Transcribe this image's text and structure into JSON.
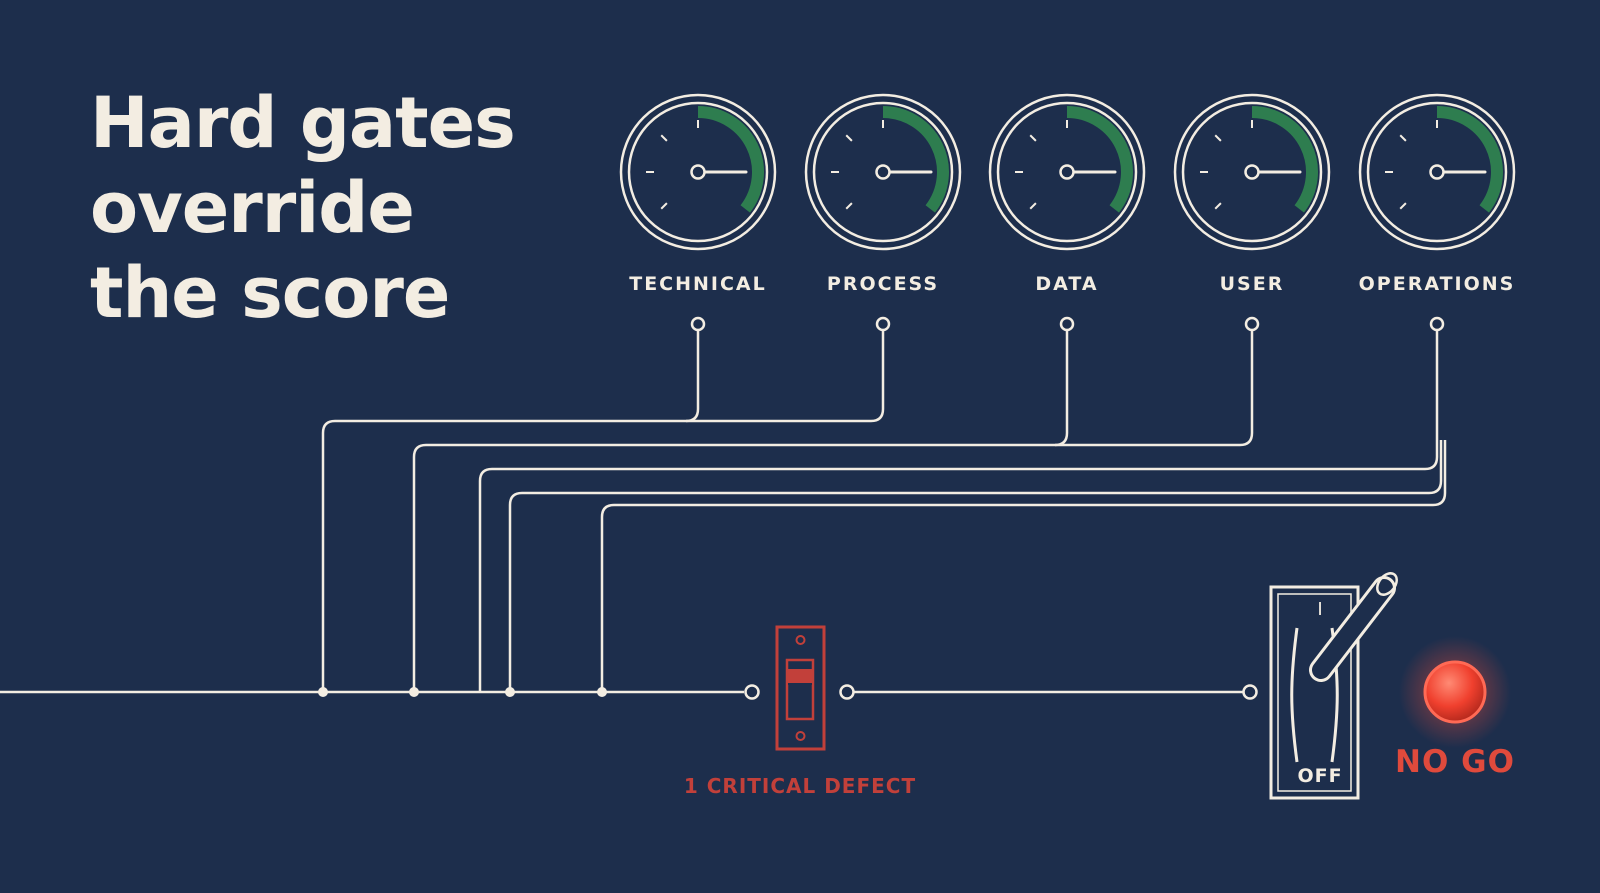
{
  "title": {
    "lines": [
      "Hard gates",
      "override",
      "the score"
    ]
  },
  "gauges": [
    {
      "label": "TECHNICAL",
      "level": 0.5
    },
    {
      "label": "PROCESS",
      "level": 0.5
    },
    {
      "label": "DATA",
      "level": 0.5
    },
    {
      "label": "USER",
      "level": 0.5
    },
    {
      "label": "OPERATIONS",
      "level": 0.5
    }
  ],
  "defect_switch": {
    "label": "1 CRITICAL DEFECT",
    "state": "tripped"
  },
  "main_switch": {
    "on_mark": "I",
    "off_label": "OFF"
  },
  "status": {
    "label": "NO GO",
    "state": "off"
  },
  "colors": {
    "background": "#1d2e4c",
    "line": "#f3ede2",
    "gauge_arc": "#2e7d4f",
    "alert": "#e04a3c",
    "defect": "#c2403a"
  }
}
